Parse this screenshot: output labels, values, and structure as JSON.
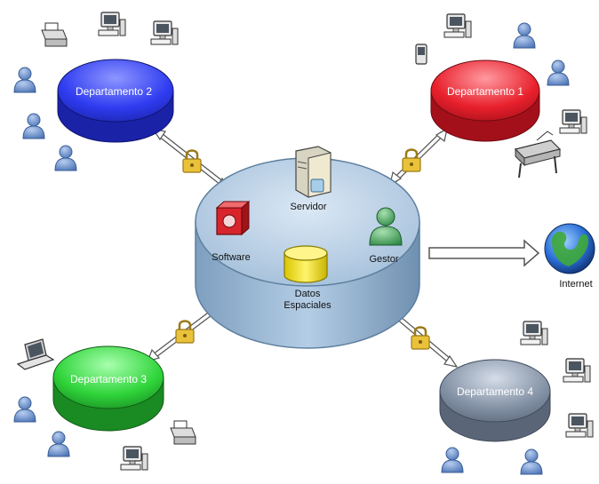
{
  "hub": {
    "servidor_label": "Servidor",
    "software_label": "Software",
    "gestor_label": "Gestor",
    "datos_label_line1": "Datos",
    "datos_label_line2": "Espaciales"
  },
  "departments": [
    {
      "id": "dep2",
      "label": "Departamento 2",
      "color": "#2f3cf0"
    },
    {
      "id": "dep1",
      "label": "Departamento 1",
      "color": "#e8202c"
    },
    {
      "id": "dep3",
      "label": "Departamento 3",
      "color": "#2fd43a"
    },
    {
      "id": "dep4",
      "label": "Departamento 4",
      "color": "#8492a6"
    }
  ],
  "internet_label": "Internet",
  "colors": {
    "hub_fill": "#a9c6e3",
    "hub_edge": "#5d7f9e",
    "user_icon": "#5f86c4",
    "lock": "#e9c23a"
  },
  "icons": [
    "printer-icon",
    "computer-icon",
    "user-icon",
    "phone-icon",
    "plotter-icon",
    "laptop-icon",
    "lock-icon",
    "server-icon",
    "software-icon",
    "database-icon",
    "manager-icon",
    "globe-icon"
  ]
}
